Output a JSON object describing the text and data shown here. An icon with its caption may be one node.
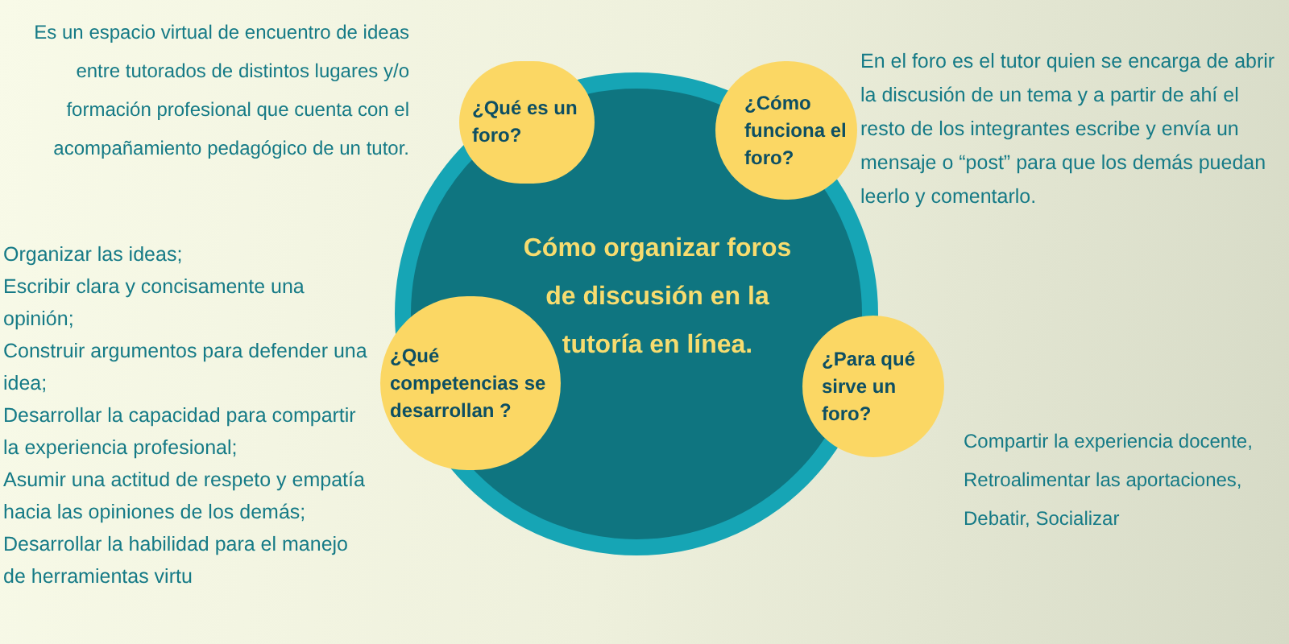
{
  "diagram": {
    "nodes": [
      {
        "text": [
          "Cómo organizar foros de discusión en la tutoría en línea."
        ]
      },
      {
        "text": [
          "¿Qué es un foro?"
        ]
      },
      {
        "text": [
          "¿Cómo funciona el foro?"
        ],
        "beside": [
          "En el foro es el tutor quien se encarga  de abrir la discusión de un tema y a partir de ahí el resto de los integrantes escribe y envía un mensaje o “post” para que los demás puedan leerlo y comentarlo."
        ]
      },
      {
        "text": [
          "¿Qué competencias se desarrollan ?"
        ],
        "beside": [
          "Organizar las ideas;",
          "Escribir clara y concisamente una opinión;",
          "Construir argumentos para defender una idea;",
          "Desarrollar la capacidad para compartir la experiencia profesional;",
          "Asumir una actitud de respeto y empatía hacia las opiniones de los demás;",
          "Desarrollar la habilidad para el manejo de herramientas virtu"
        ]
      },
      {
        "text": [
          "¿Para qué sirve un foro?"
        ],
        "beside": [
          "Compartir la experiencia docente, Retroalimentar las aportaciones, Debatir, Socializar"
        ]
      }
    ],
    "labels": [
      "Es un espacio virtual de encuentro de ideas entre tutorados de distintos lugares y/o formación profesional que cuenta con el acompañamiento pedagógico de un tutor."
    ]
  }
}
